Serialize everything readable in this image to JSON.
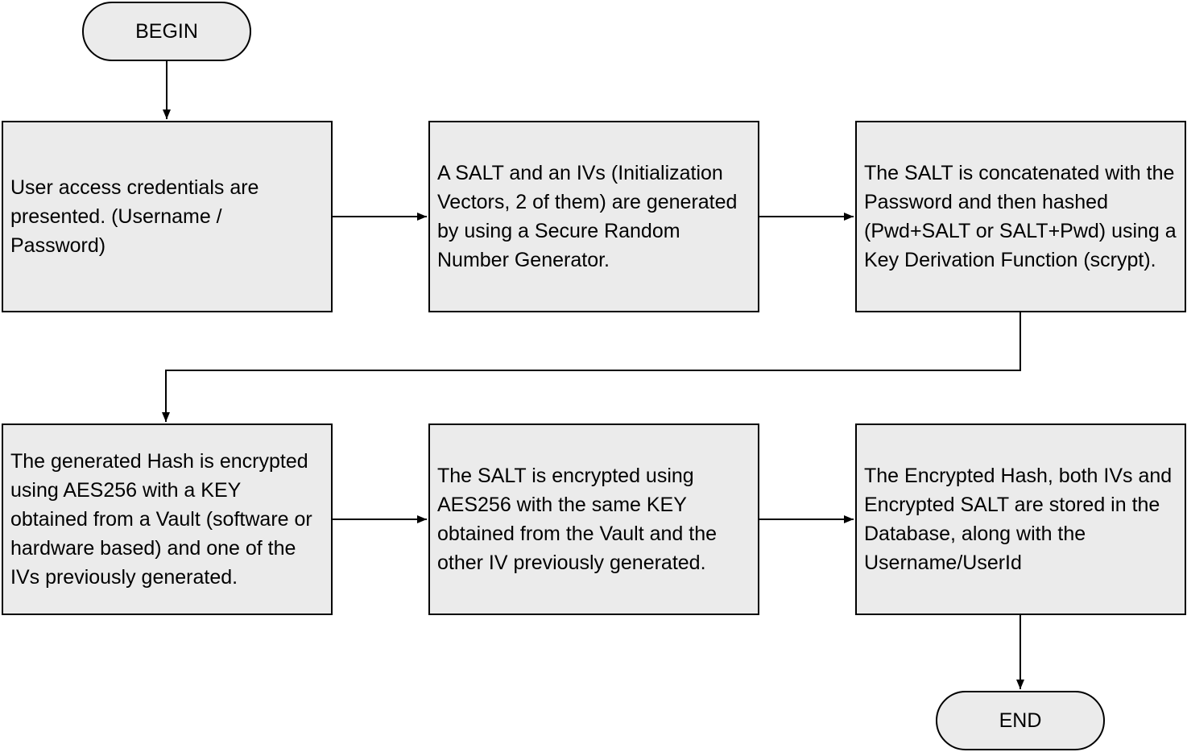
{
  "diagram": {
    "colors": {
      "box_fill": "#ebebeb",
      "stroke": "#000000",
      "background": "#ffffff"
    },
    "start": {
      "label": "BEGIN"
    },
    "end": {
      "label": "END"
    },
    "steps": [
      {
        "text": "User access credentials are presented. (Username / Password)"
      },
      {
        "text": "A SALT and an IVs (Initialization Vectors, 2 of them) are generated by using a Secure Random Number Generator."
      },
      {
        "text": "The SALT is concatenated with the Password and then hashed (Pwd+SALT or SALT+Pwd) using a Key Derivation Function (scrypt)."
      },
      {
        "text": "The generated Hash is encrypted using AES256 with a KEY obtained from a Vault (software or hardware based) and one of the IVs previously generated."
      },
      {
        "text": "The SALT is encrypted using AES256 with the same KEY obtained from the Vault and the other IV previously generated."
      },
      {
        "text": "The Encrypted Hash, both IVs and Encrypted SALT are stored in the Database, along with the Username/UserId"
      }
    ]
  }
}
